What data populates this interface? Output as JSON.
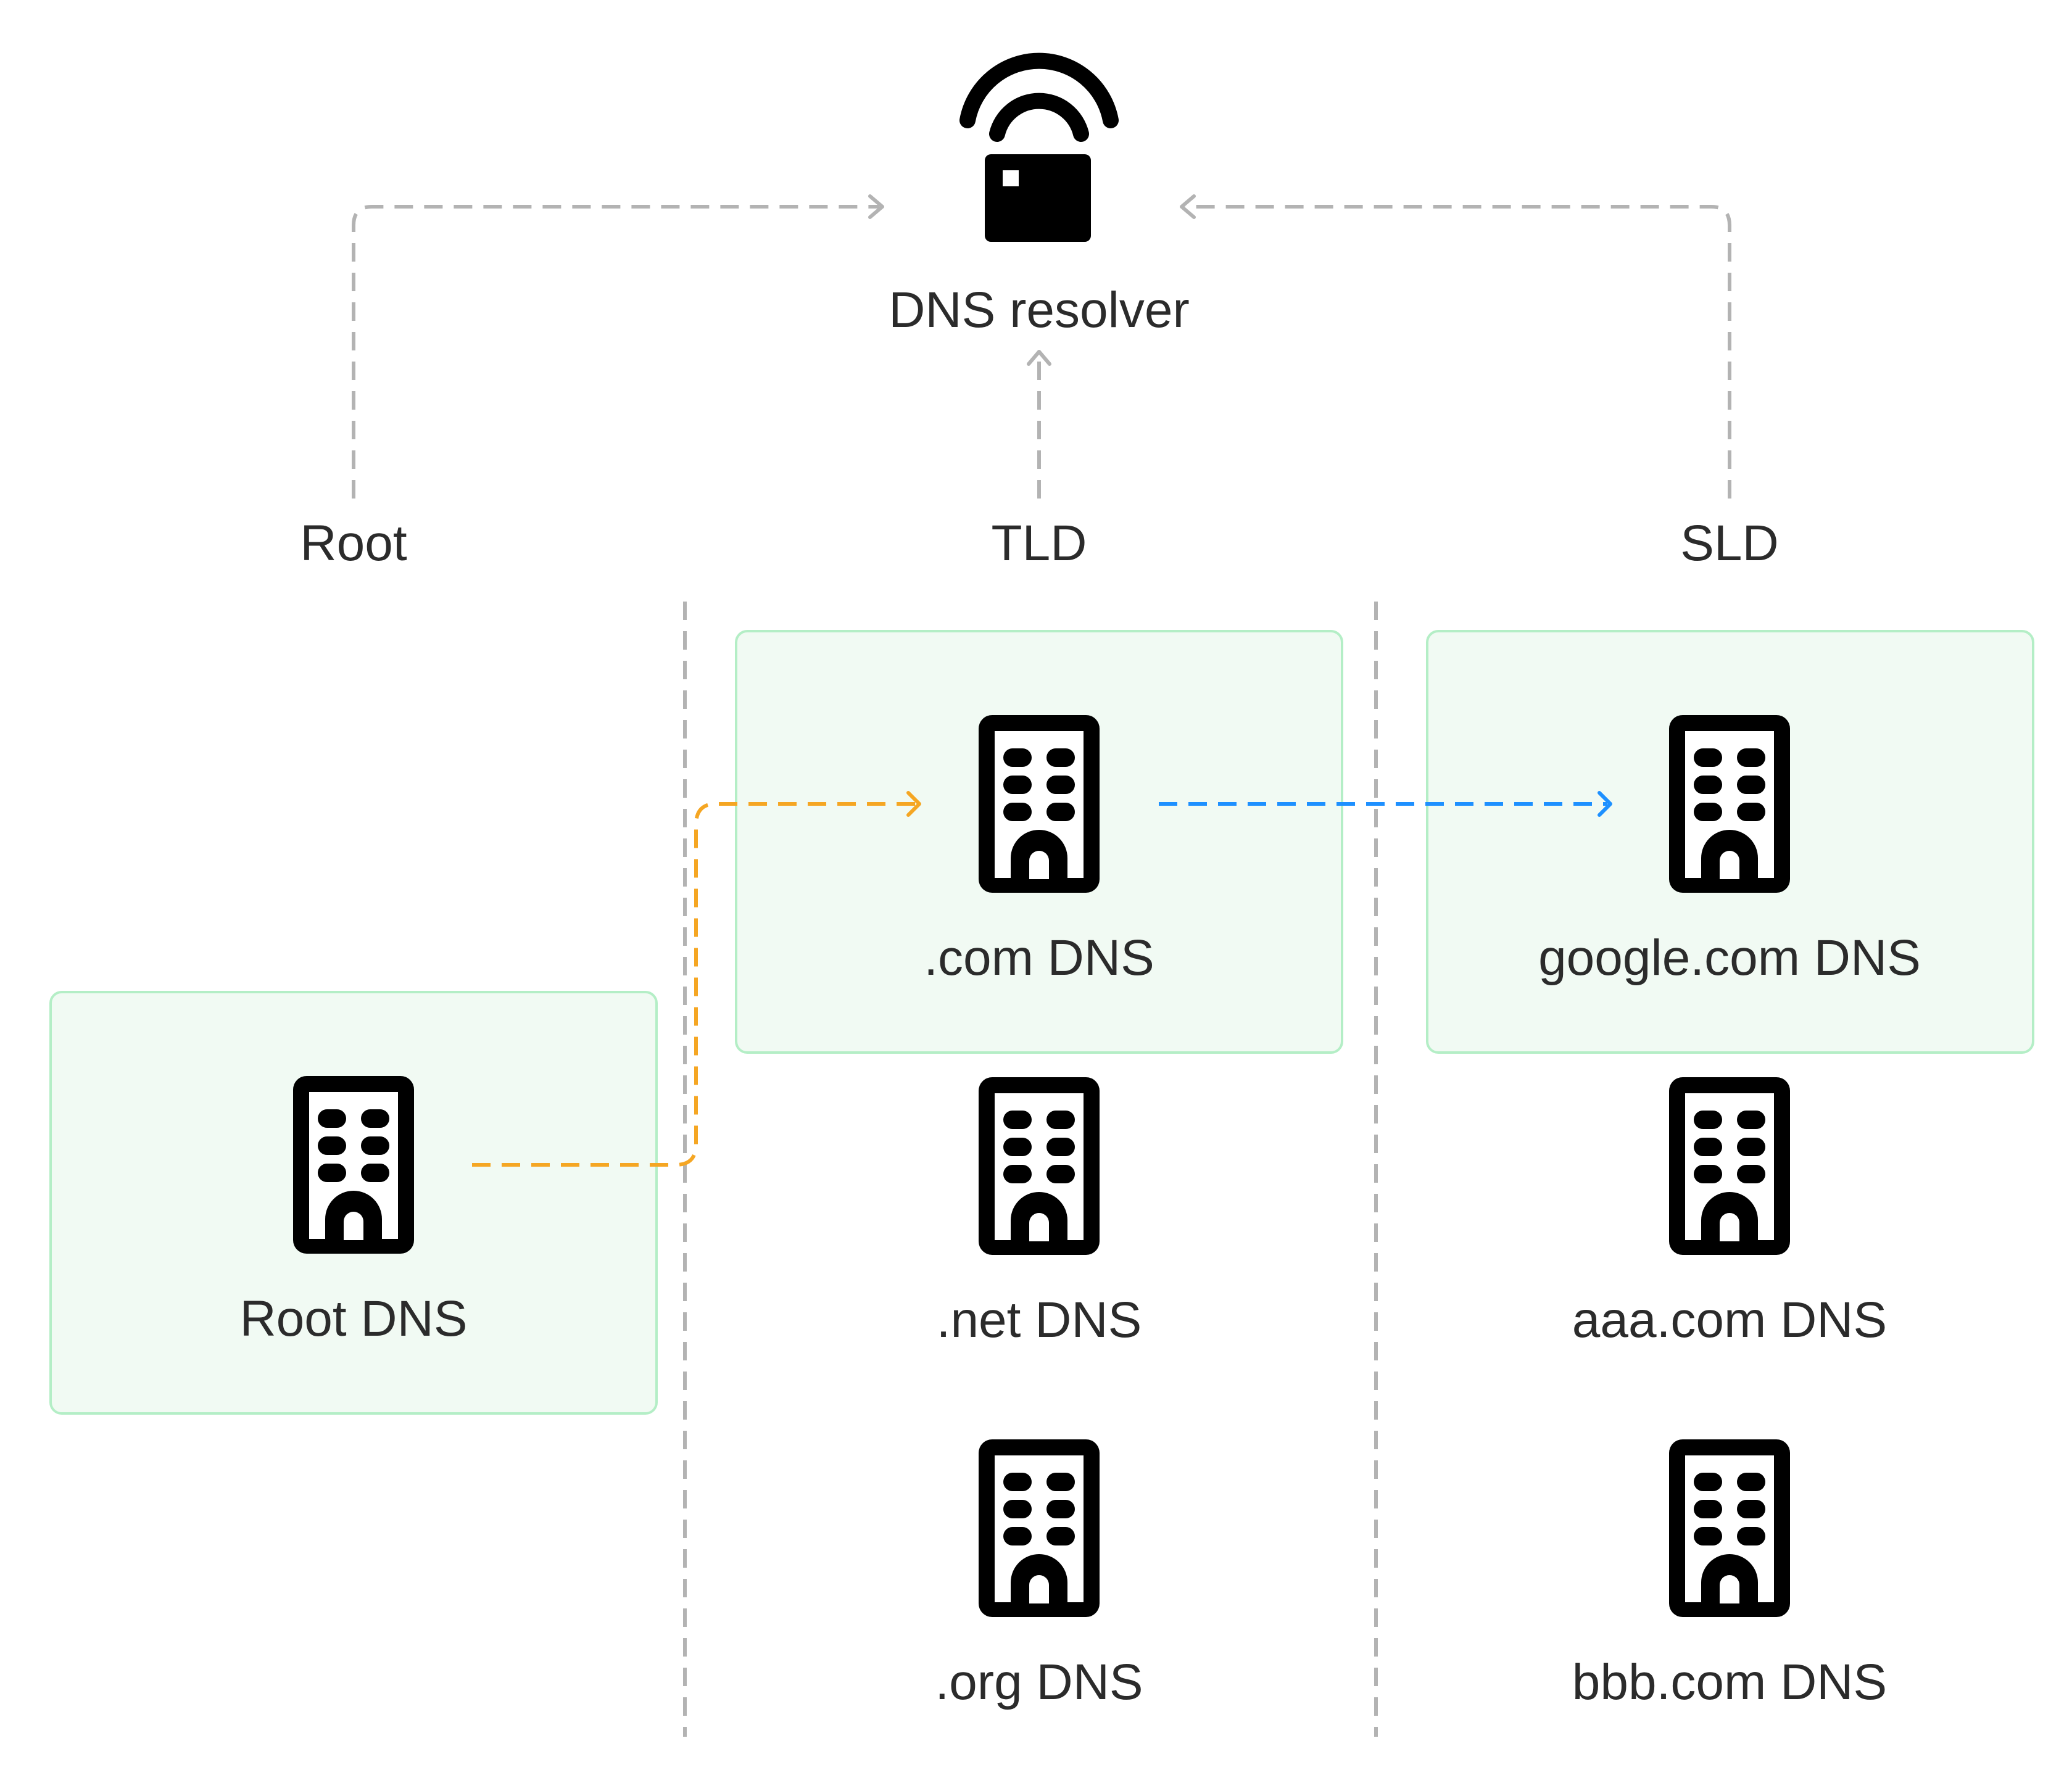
{
  "resolver": {
    "label": "DNS resolver",
    "icon": "router-icon"
  },
  "columns": {
    "root": "Root",
    "tld": "TLD",
    "sld": "SLD"
  },
  "servers": {
    "root_dns": {
      "label": "Root DNS",
      "icon": "building-icon",
      "highlighted": true
    },
    "com_dns": {
      "label": ".com DNS",
      "icon": "building-icon",
      "highlighted": true
    },
    "net_dns": {
      "label": ".net DNS",
      "icon": "building-icon",
      "highlighted": false
    },
    "org_dns": {
      "label": ".org DNS",
      "icon": "building-icon",
      "highlighted": false
    },
    "google_dns": {
      "label": "google.com DNS",
      "icon": "building-icon",
      "highlighted": true
    },
    "aaa_dns": {
      "label": "aaa.com DNS",
      "icon": "building-icon",
      "highlighted": false
    },
    "bbb_dns": {
      "label": "bbb.com DNS",
      "icon": "building-icon",
      "highlighted": false
    }
  },
  "colors": {
    "highlight_fill": "#f1faf3",
    "highlight_border": "#b4eec6",
    "guide_line": "#b3b3b3",
    "root_to_tld": "#f5a623",
    "tld_to_sld": "#1e90ff",
    "icon": "#000000",
    "text": "#2b2b2b"
  }
}
